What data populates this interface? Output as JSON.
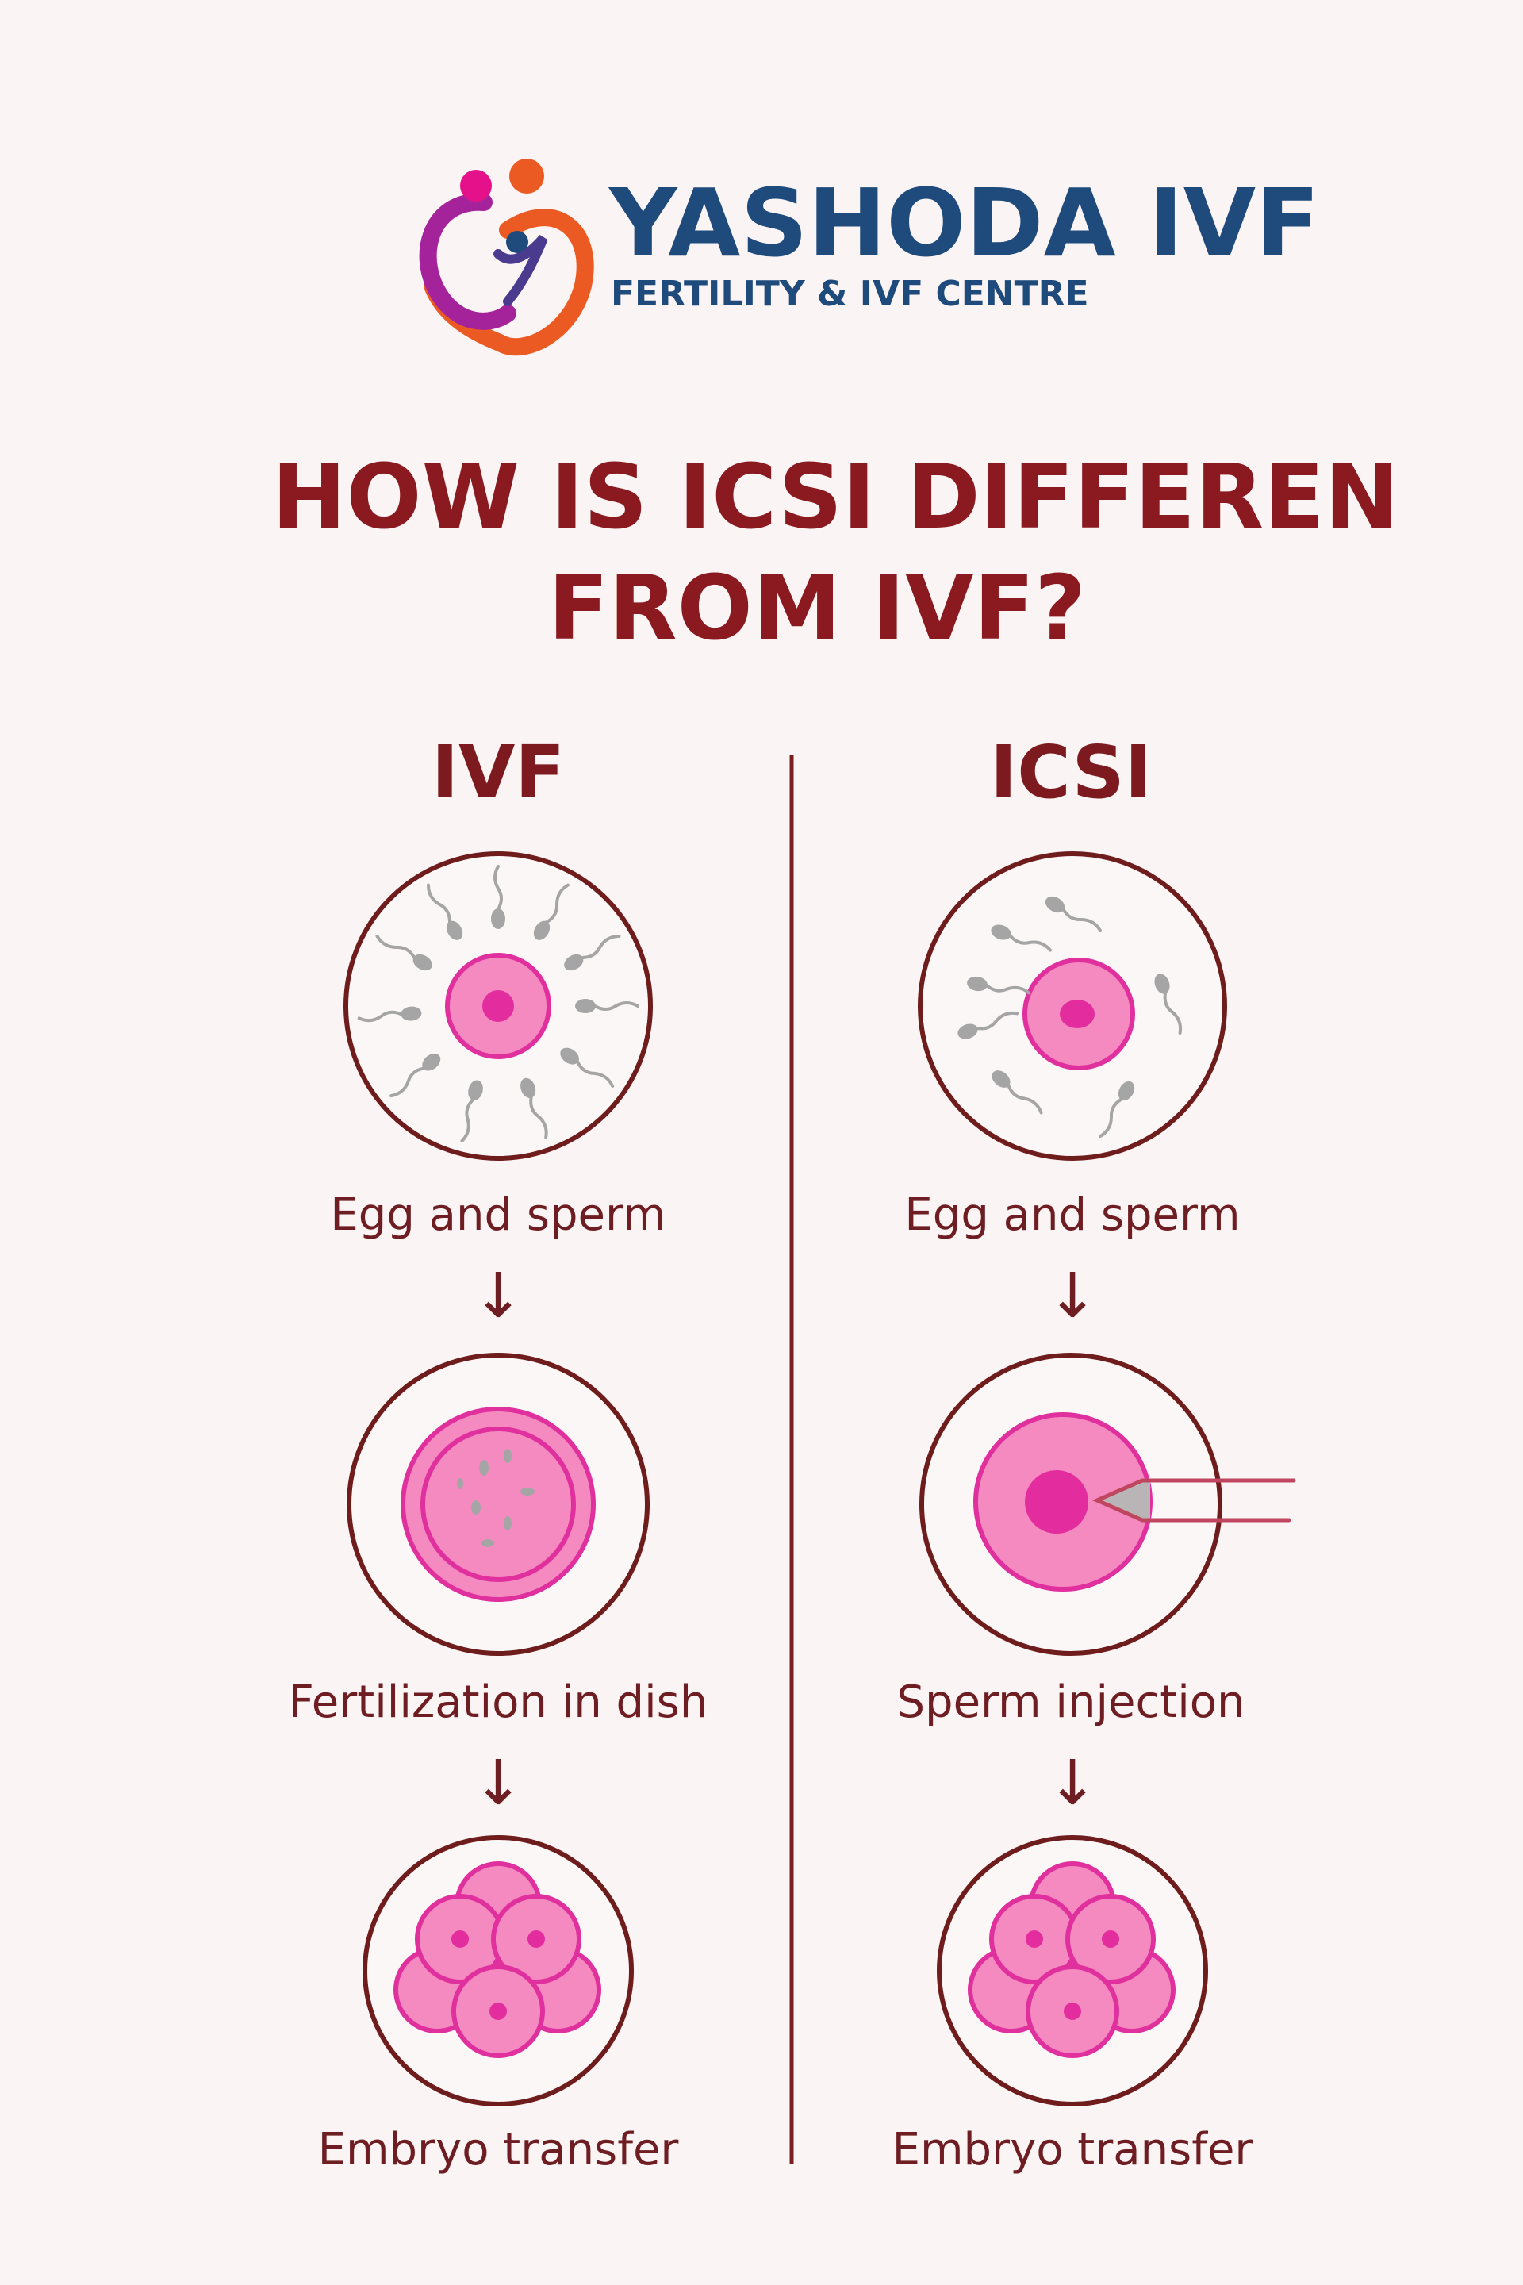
{
  "logo": {
    "name": "YASHODA IVF",
    "tagline": "FERTILITY & IVF CENTRE",
    "colors": {
      "pink": "#e5118a",
      "orange": "#ec5a24",
      "purple": "#7a2f96",
      "navy": "#1e4a7c"
    }
  },
  "title": {
    "line1": "HOW IS ICSI DIFFEREN",
    "line2": "FROM IVF?"
  },
  "columns": [
    {
      "heading": "IVF",
      "steps": [
        "Egg and sperm",
        "Fertilization in dish",
        "Embryo transfer"
      ]
    },
    {
      "heading": "ICSI",
      "steps": [
        "Egg and sperm",
        "Sperm injection",
        "Embryo transfer"
      ]
    }
  ],
  "arrow_glyph": "↓",
  "colors": {
    "title": "#8a1a1f",
    "ring": "#6e1c1c",
    "cell": "#f58ac0",
    "nucleus": "#e32d9e",
    "sperm": "#a5a5a5",
    "background": "#fbf4f4"
  }
}
